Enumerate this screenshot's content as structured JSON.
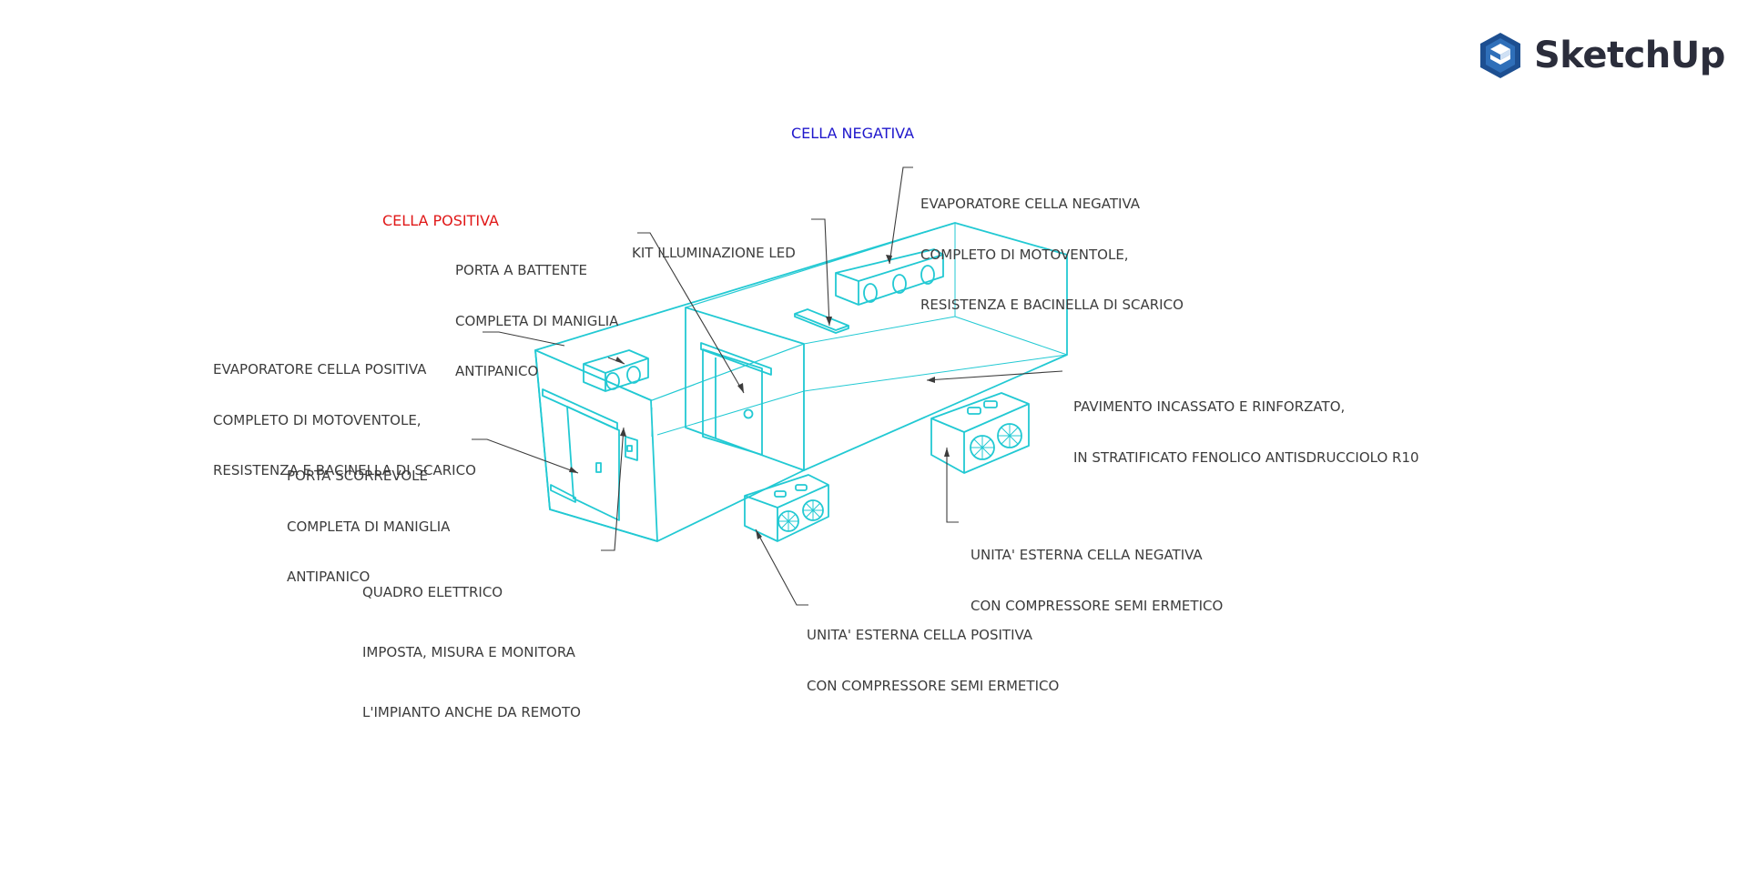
{
  "brand": {
    "name": "SketchUp",
    "logo_icon": "sketchup-cube-icon",
    "color": "#1d4f91",
    "text_color": "#2b2d3b"
  },
  "sections": {
    "negative": "CELLA NEGATIVA",
    "positive": "CELLA POSITIVA"
  },
  "colors": {
    "model_outline": "#22c9d3",
    "negative_label": "#1f17cc",
    "positive_label": "#e01818",
    "callout_text": "#3c3c3c",
    "leader_line": "#3c3c3c"
  },
  "callouts": {
    "evap_negative": {
      "lines": [
        "EVAPORATORE CELLA NEGATIVA",
        "COMPLETO DI MOTOVENTOLE,",
        "RESISTENZA E BACINELLA DI SCARICO"
      ]
    },
    "led_kit": {
      "lines": [
        "KIT ILLUMINAZIONE LED"
      ]
    },
    "hinged_door": {
      "lines": [
        "PORTA A BATTENTE",
        "COMPLETA DI MANIGLIA",
        "ANTIPANICO"
      ]
    },
    "evap_positive": {
      "lines": [
        "EVAPORATORE CELLA POSITIVA",
        "COMPLETO DI MOTOVENTOLE,",
        "RESISTENZA E BACINELLA DI SCARICO"
      ]
    },
    "floor": {
      "lines": [
        "PAVIMENTO INCASSATO E RINFORZATO,",
        "IN STRATIFICATO FENOLICO ANTISDRUCCIOLO R10"
      ]
    },
    "sliding_door": {
      "lines": [
        "PORTA SCORREVOLE",
        "COMPLETA DI MANIGLIA",
        "ANTIPANICO"
      ]
    },
    "control_panel": {
      "lines": [
        "QUADRO ELETTRICO",
        "IMPOSTA, MISURA E MONITORA",
        "L'IMPIANTO ANCHE DA REMOTO"
      ]
    },
    "outdoor_negative": {
      "lines": [
        "UNITA' ESTERNA CELLA NEGATIVA",
        "CON COMPRESSORE SEMI ERMETICO"
      ]
    },
    "outdoor_positive": {
      "lines": [
        "UNITA' ESTERNA CELLA POSITIVA",
        "CON COMPRESSORE SEMI ERMETICO"
      ]
    }
  }
}
